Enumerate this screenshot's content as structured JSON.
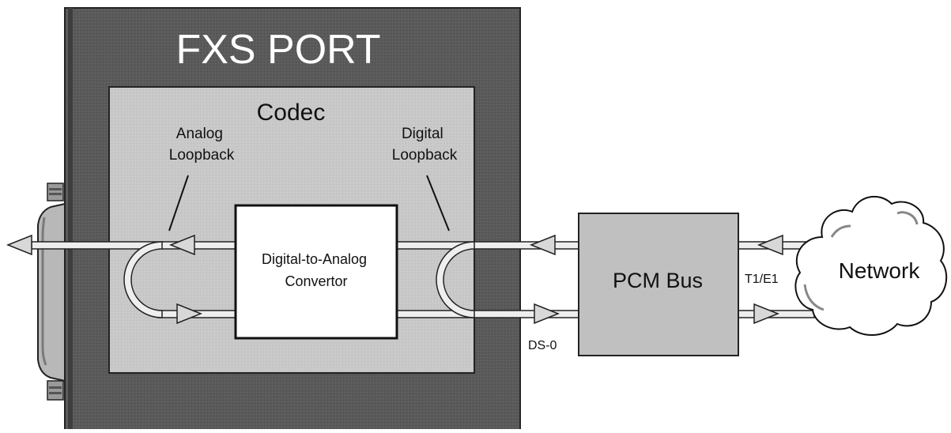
{
  "port": {
    "title": "FXS PORT"
  },
  "codec": {
    "title": "Codec",
    "analog_loopback": [
      "Analog",
      "Loopback"
    ],
    "digital_loopback": [
      "Digital",
      "Loopback"
    ],
    "converter": [
      "Digital-to-Analog",
      "Convertor"
    ]
  },
  "pcm": {
    "label": "PCM Bus"
  },
  "labels": {
    "ds0": "DS-0",
    "t1e1": "T1/E1"
  },
  "network": {
    "label": "Network"
  },
  "colors": {
    "port_fill": "#5a5a5a",
    "codec_fill": "#c8c8c8",
    "pcm_fill": "#c0c0c0",
    "line_fill": "#eeeeee",
    "arrow_fill": "#d8d8d8",
    "ink": "#111111"
  }
}
